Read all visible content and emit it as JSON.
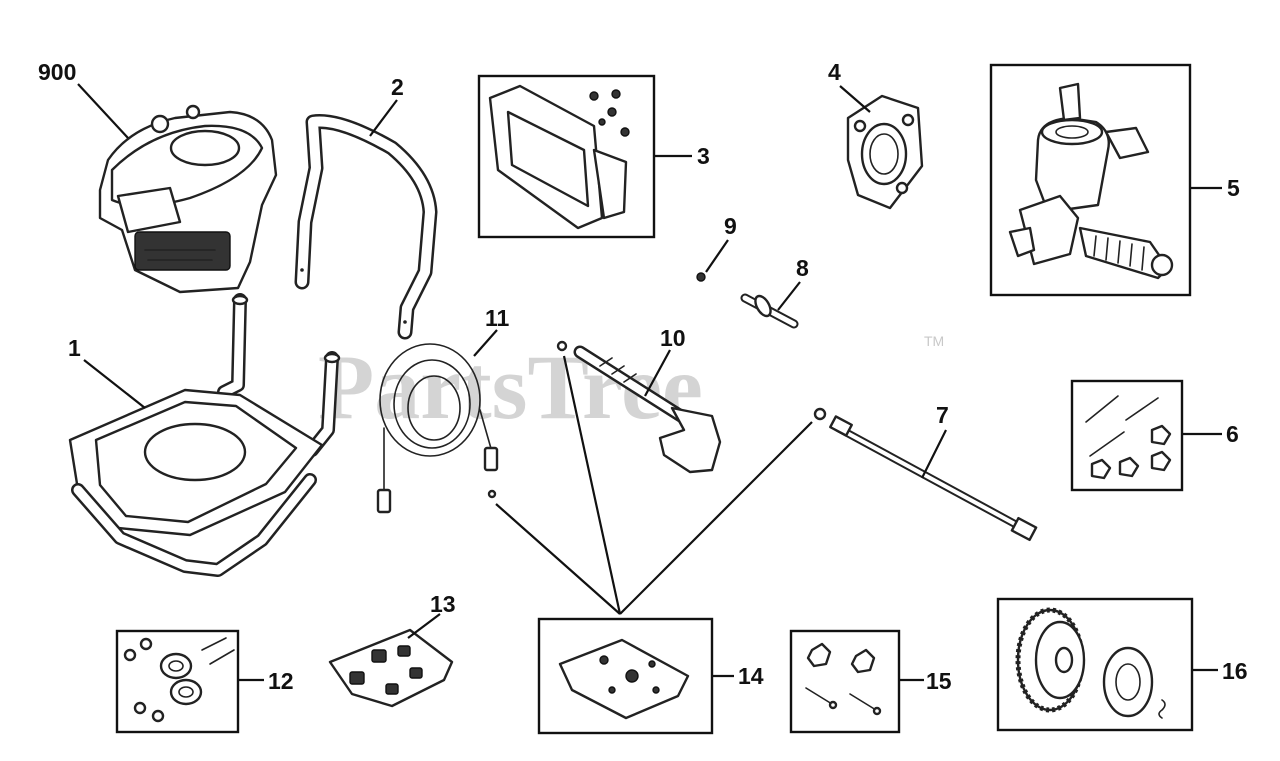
{
  "watermark": "PartsTree",
  "trademark": "TM",
  "callouts": {
    "c900": "900",
    "c1": "1",
    "c2": "2",
    "c3": "3",
    "c4": "4",
    "c5": "5",
    "c6": "6",
    "c7": "7",
    "c8": "8",
    "c9": "9",
    "c10": "10",
    "c11": "11",
    "c12": "12",
    "c13": "13",
    "c14": "14",
    "c15": "15",
    "c16": "16"
  }
}
